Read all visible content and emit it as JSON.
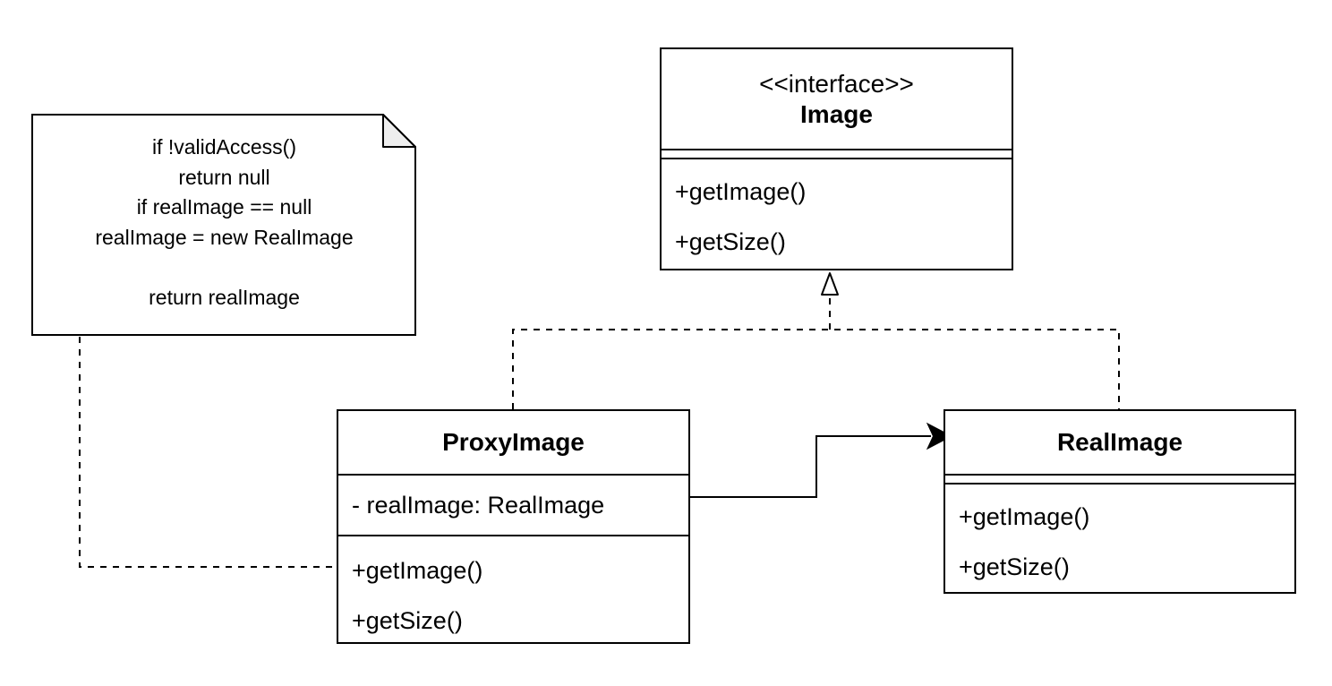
{
  "diagram": {
    "note": {
      "lines": [
        "if !validAccess()",
        "return null",
        "if realImage == null",
        "realImage = new RealImage",
        "",
        "return realImage"
      ]
    },
    "interface_class": {
      "stereotype": "<<interface>>",
      "name": "Image",
      "methods": [
        "+getImage()",
        "+getSize()"
      ]
    },
    "proxy_class": {
      "name": "ProxyImage",
      "attributes": [
        "- realImage: RealImage"
      ],
      "methods": [
        "+getImage()",
        "+getSize()"
      ]
    },
    "real_class": {
      "name": "RealImage",
      "methods": [
        "+getImage()",
        "+getSize()"
      ]
    }
  }
}
